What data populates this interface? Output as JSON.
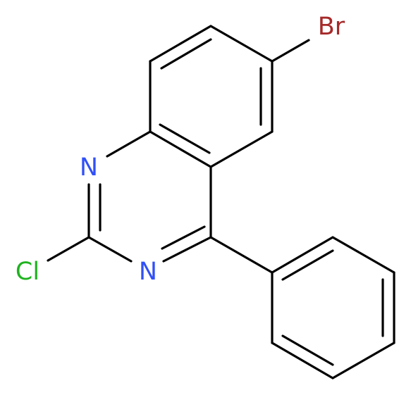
{
  "atoms": [
    {
      "id": "br",
      "label": "Br",
      "color": "#a62929"
    },
    {
      "id": "n1",
      "label": "N",
      "color": "#3050f8"
    },
    {
      "id": "n3",
      "label": "N",
      "color": "#3050f8"
    },
    {
      "id": "cl",
      "label": "Cl",
      "color": "#1fb31f"
    }
  ],
  "bond_color": "#000000"
}
